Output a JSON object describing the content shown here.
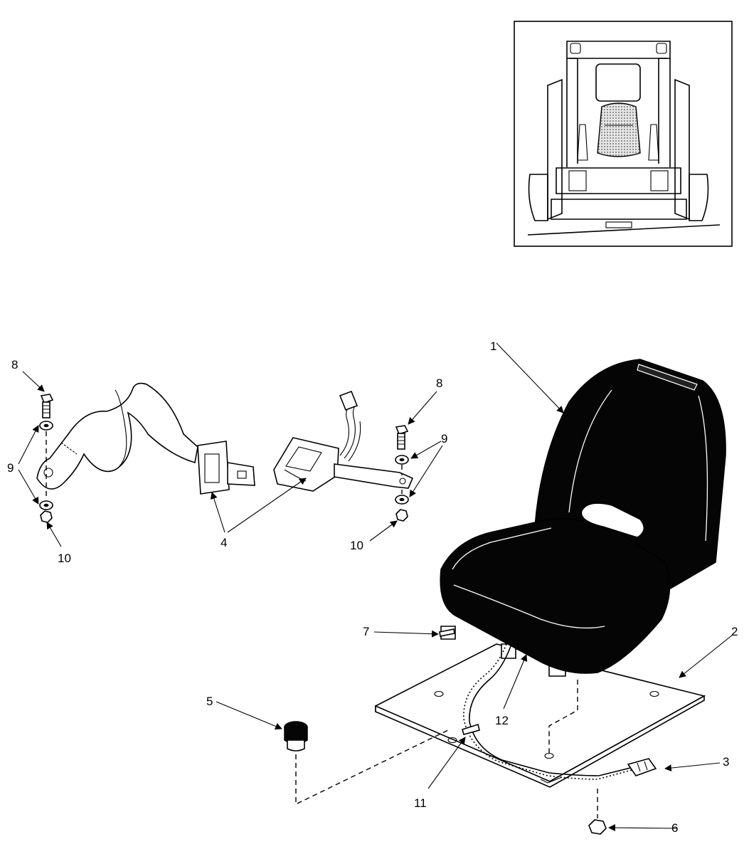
{
  "callouts": {
    "seat": "1",
    "seat_plate": "2",
    "harness_connector": "3",
    "seat_belt": "4",
    "knob": "5",
    "nut_plate": "6",
    "pin": "7",
    "bolt_left": "8",
    "bolt_right": "8",
    "washer_left": "9",
    "washer_right": "9",
    "nut_left": "10",
    "nut_right": "10",
    "tie_strap": "11",
    "seat_harness": "12"
  },
  "colors": {
    "line": "#000000",
    "background": "#ffffff",
    "seat_fill": "#050505",
    "inset_highlight": "#bdbdbd"
  }
}
